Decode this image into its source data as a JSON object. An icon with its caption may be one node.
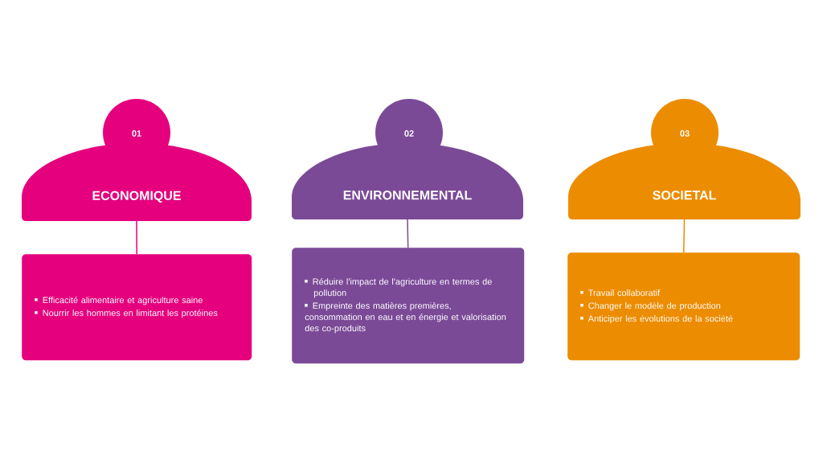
{
  "diagram": {
    "nodes": [
      {
        "text": [
          "01",
          "ECONOMIQUE"
        ]
      },
      {
        "text": [
          "Efficacité alimentaire et agriculture saine",
          "Nourrir les hommes en limitant les protéines"
        ]
      },
      {
        "text": [
          "02",
          "ENVIRONNEMENTAL"
        ]
      },
      {
        "text": [
          "Réduire l'impact de l'agriculture en termes de pollution",
          "Empreinte des matières premières, consommation en eau et en énergie et valorisation des co-produits"
        ]
      },
      {
        "text": [
          "03",
          "SOCIETAL"
        ]
      },
      {
        "text": [
          "Travail collaboratif",
          "Changer le modèle de production",
          "Anticiper les évolutions de la société"
        ]
      }
    ],
    "edges": [
      {
        "from": 0,
        "to": 1,
        "arrow": "none",
        "color": "#e5007e"
      },
      {
        "from": 2,
        "to": 3,
        "arrow": "none",
        "color": "#7b4a97"
      },
      {
        "from": 4,
        "to": 5,
        "arrow": "none",
        "color": "#ec8c00"
      }
    ]
  }
}
